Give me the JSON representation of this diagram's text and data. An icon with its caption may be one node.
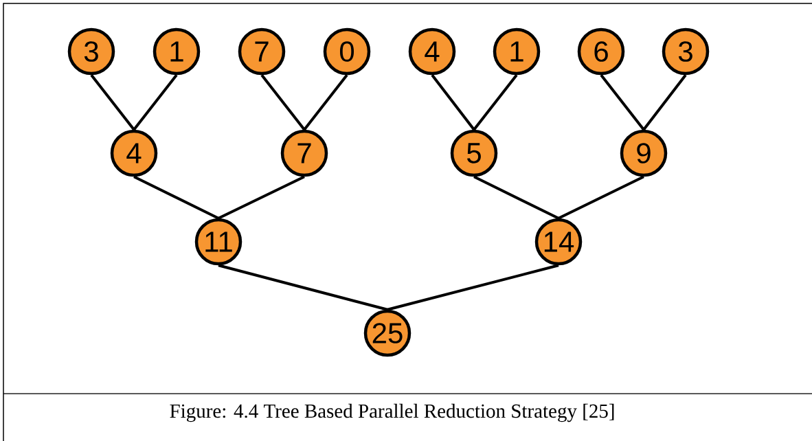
{
  "diagram": {
    "caption": "Figure: 4.4 Tree Based Parallel Reduction Strategy [25]",
    "nodes": [
      {
        "text": [
          "3"
        ]
      },
      {
        "text": [
          "1"
        ]
      },
      {
        "text": [
          "7"
        ]
      },
      {
        "text": [
          "0"
        ]
      },
      {
        "text": [
          "4"
        ]
      },
      {
        "text": [
          "1"
        ]
      },
      {
        "text": [
          "6"
        ]
      },
      {
        "text": [
          "3"
        ]
      },
      {
        "text": [
          "4"
        ]
      },
      {
        "text": [
          "7"
        ]
      },
      {
        "text": [
          "5"
        ]
      },
      {
        "text": [
          "9"
        ]
      },
      {
        "text": [
          "11"
        ]
      },
      {
        "text": [
          "14"
        ]
      },
      {
        "text": [
          "25"
        ]
      }
    ],
    "edges": [
      {
        "from": 0,
        "to": 8,
        "arrow": "none"
      },
      {
        "from": 1,
        "to": 8,
        "arrow": "none"
      },
      {
        "from": 2,
        "to": 9,
        "arrow": "none"
      },
      {
        "from": 3,
        "to": 9,
        "arrow": "none"
      },
      {
        "from": 4,
        "to": 10,
        "arrow": "none"
      },
      {
        "from": 5,
        "to": 10,
        "arrow": "none"
      },
      {
        "from": 6,
        "to": 11,
        "arrow": "none"
      },
      {
        "from": 7,
        "to": 11,
        "arrow": "none"
      },
      {
        "from": 8,
        "to": 12,
        "arrow": "none"
      },
      {
        "from": 9,
        "to": 12,
        "arrow": "none"
      },
      {
        "from": 10,
        "to": 13,
        "arrow": "none"
      },
      {
        "from": 11,
        "to": 13,
        "arrow": "none"
      },
      {
        "from": 12,
        "to": 14,
        "arrow": "none"
      },
      {
        "from": 13,
        "to": 14,
        "arrow": "none"
      }
    ]
  }
}
